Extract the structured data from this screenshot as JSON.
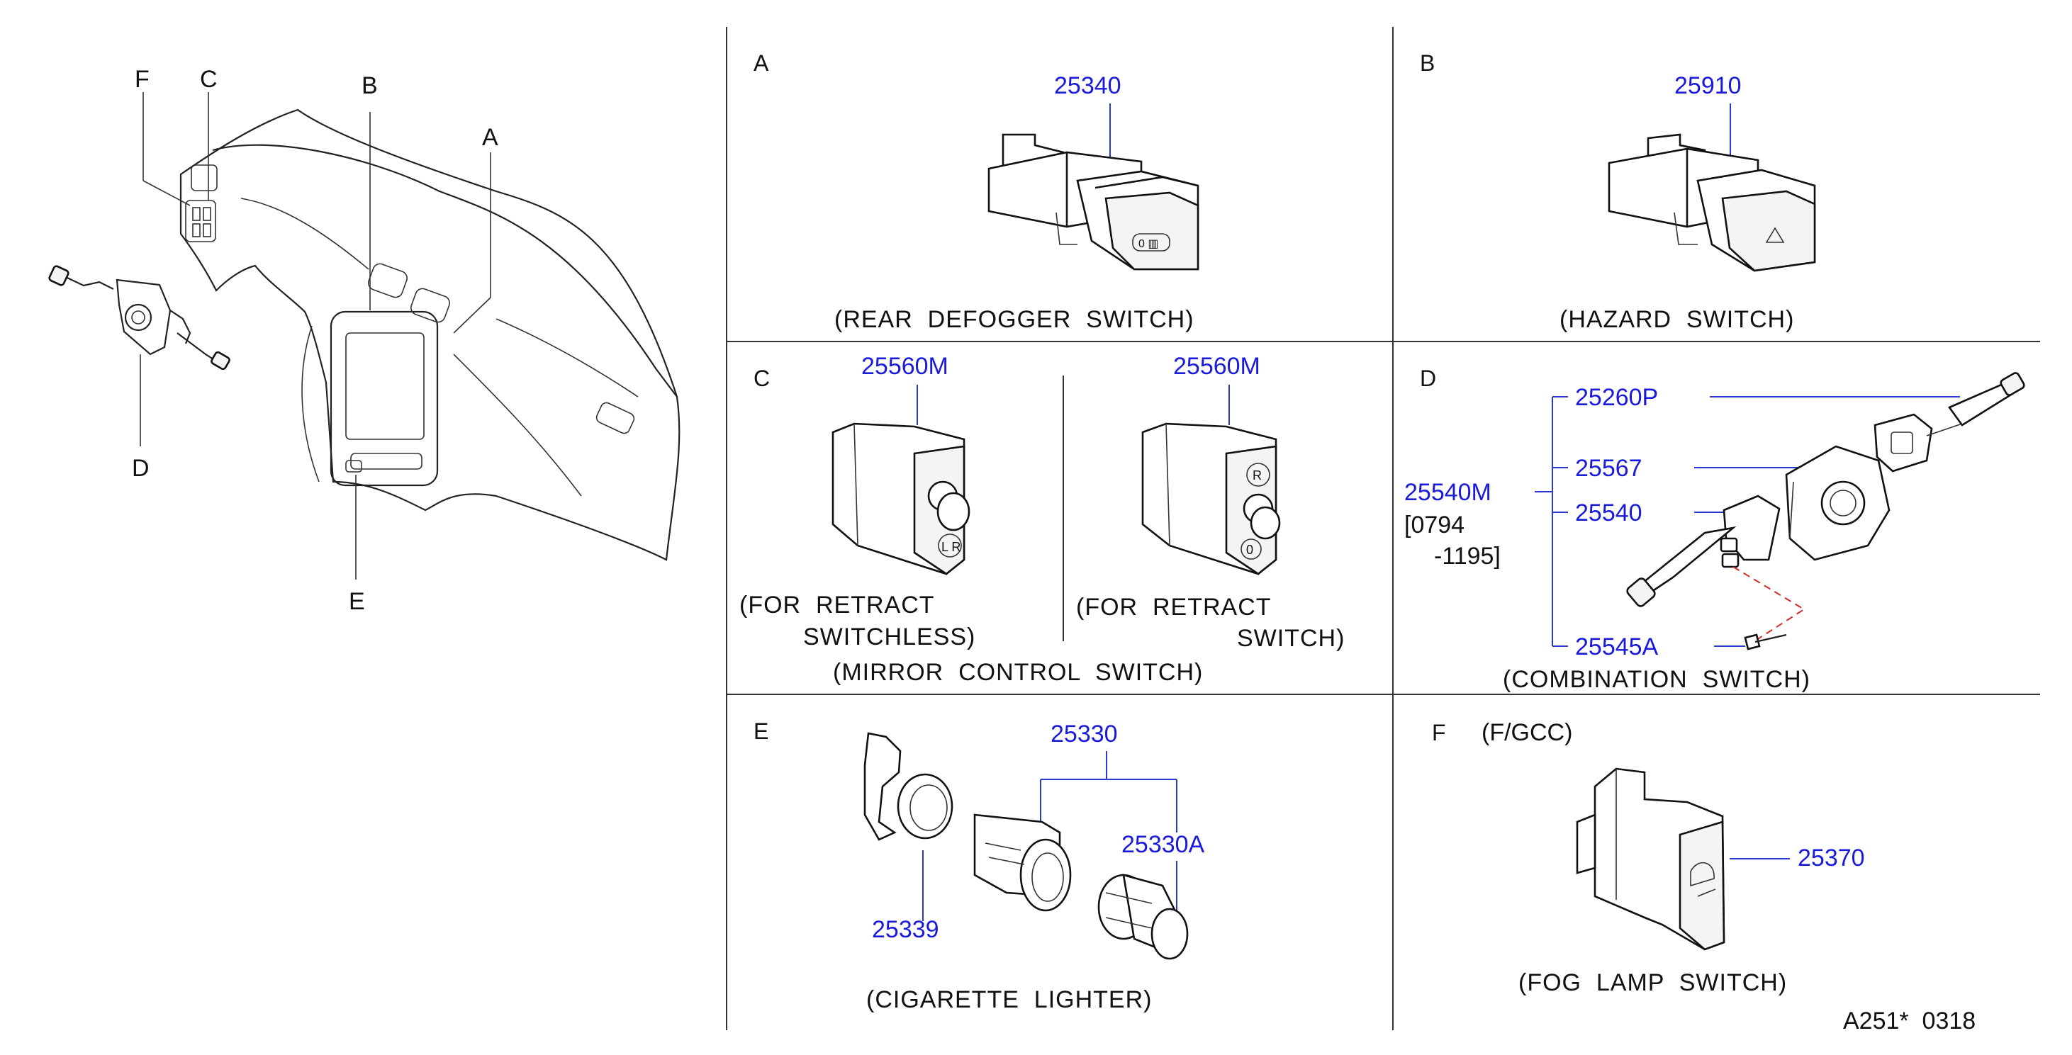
{
  "overview": {
    "callouts": [
      "F",
      "C",
      "B",
      "A",
      "D",
      "E"
    ]
  },
  "sections": {
    "A": {
      "letter": "A",
      "part": "25340",
      "caption": "(REAR  DEFOGGER  SWITCH)"
    },
    "B": {
      "letter": "B",
      "part": "25910",
      "caption": "(HAZARD  SWITCH)"
    },
    "C": {
      "letter": "C",
      "left_part": "25560M",
      "right_part": "25560M",
      "left_caption_1": "(FOR  RETRACT",
      "left_caption_2": "SWITCHLESS)",
      "right_caption_1": "(FOR  RETRACT",
      "right_caption_2": "SWITCH)",
      "caption": "(MIRROR  CONTROL  SWITCH)"
    },
    "D": {
      "letter": "D",
      "assembly": "25540M",
      "date_1": "[0794",
      "date_2": "-1195]",
      "parts": [
        "25260P",
        "25567",
        "25540",
        "25545A"
      ],
      "caption": "(COMBINATION  SWITCH)"
    },
    "E": {
      "letter": "E",
      "part_top": "25330",
      "part_knob": "25330A",
      "part_socket": "25339",
      "caption": "(CIGARETTE  LIGHTER)"
    },
    "F": {
      "letter": "F",
      "note": "(F/GCC)",
      "part": "25370",
      "caption": "(FOG  LAMP  SWITCH)"
    }
  },
  "footer": {
    "code": "A251*  0318"
  },
  "colors": {
    "part_number": "#1a1adb",
    "leader": "#2a3ad0",
    "dash_leader": "#d62a2a",
    "line": "#222222"
  }
}
